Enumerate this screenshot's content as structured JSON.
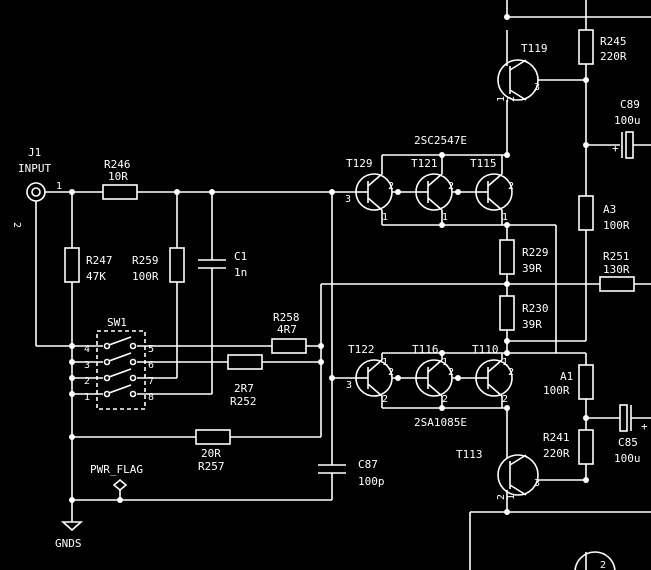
{
  "labels": {
    "j1_ref": "J1",
    "j1_value": "INPUT",
    "pin_1": "1",
    "pin_2": "2",
    "pin_3": "3",
    "pin_4": "4",
    "pin_5": "5",
    "pin_6": "6",
    "pin_7": "7",
    "pin_8": "8",
    "r246_ref": "R246",
    "r246_value": "10R",
    "r247_ref": "R247",
    "r247_value": "47K",
    "r259_ref": "R259",
    "r259_value": "100R",
    "c1_ref": "C1",
    "c1_value": "1n",
    "sw1_ref": "SW1",
    "r258_ref": "R258",
    "r258_value": "4R7",
    "r252_ref": "R252",
    "r252_value": "2R7",
    "r257_ref": "R257",
    "r257_value": "20R",
    "c87_ref": "C87",
    "c87_value": "100p",
    "pwr_flag": "PWR_FLAG",
    "gnds": "GNDS",
    "t129_ref": "T129",
    "t121_ref": "T121",
    "t115_ref": "T115",
    "upper_part": "2SC2547E",
    "t122_ref": "T122",
    "t116_ref": "T116",
    "t110_ref": "T110",
    "lower_part": "2SA1085E",
    "r229_ref": "R229",
    "r229_value": "39R",
    "r230_ref": "R230",
    "r230_value": "39R",
    "t119_ref": "T119",
    "r245_ref": "R245",
    "r245_value": "220R",
    "c89_ref": "C89",
    "c89_value": "100u",
    "plus": "+",
    "a3_ref": "A3",
    "a3_value": "100R",
    "r251_ref": "R251",
    "r251_value": "130R",
    "a1_ref": "A1",
    "a1_value": "100R",
    "c85_ref": "C85",
    "c85_value": "100u",
    "r241_ref": "R241",
    "r241_value": "220R",
    "t113_ref": "T113"
  }
}
